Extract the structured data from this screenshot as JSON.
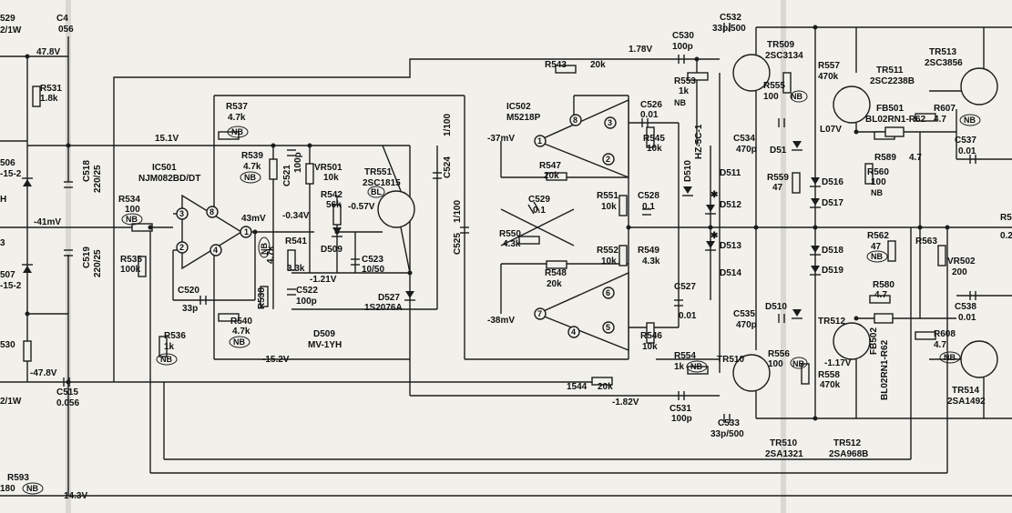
{
  "ic501": {
    "ref": "IC501",
    "part": "NJM082BD/DT",
    "pins": [
      "3",
      "8",
      "2",
      "4",
      "1"
    ],
    "out_v": "43mV"
  },
  "ic502": {
    "ref": "IC502",
    "part": "M5218P",
    "pins": [
      "8",
      "3",
      "1",
      "2",
      "7",
      "6",
      "4",
      "5"
    ],
    "v_top": "-37mV",
    "v_bot": "-38mV"
  },
  "rails": {
    "v_pos": "47.8V",
    "v_neg": "-47.8V",
    "v151": "15.1V",
    "v152": "-15.2V",
    "v178": "1.78V",
    "v182": "-1.82V",
    "v041": "-41mV",
    "v034": "-0.34V",
    "v057": "-0.57V",
    "v121": "-1.21V",
    "v107": "L07V",
    "v117": "-1.17V",
    "v143": "14.3V"
  },
  "left_edge": {
    "r529": "529",
    "r529v": "2/1W",
    "c4": "C4",
    "c4v": "056",
    "r531": "R531",
    "r531v": "1.8k",
    "d506": "506",
    "d506p": "-15-2",
    "h": "H",
    "n3": "3",
    "d507": "507",
    "d507p": "-15-2",
    "r530": "530",
    "r530v": "2/1W",
    "n2": "2/1W",
    "c515": "C515",
    "c515v": "0.056",
    "r593": "R593",
    "r593v": "180"
  },
  "parts": {
    "c518": "C518",
    "c518v": "220/25",
    "c519": "C519",
    "c519v": "220/25",
    "r534": "R534",
    "r534v": "100",
    "r535": "R535",
    "r535v": "100k",
    "r537": "R537",
    "r537v": "4.7k",
    "r539": "R539",
    "r539v": "4.7k",
    "c521": "C521",
    "c521v": "100p",
    "vr501": "VR501",
    "vr501v": "10k",
    "r542": "R542",
    "r542v": "56k",
    "d509b": "D509",
    "tr551": "TR551",
    "tr551p": "2SC1815",
    "bl": "BL",
    "r541": "R541",
    "r541v": "3.3k",
    "c523": "C523",
    "c523v": "10/50",
    "c522": "C522",
    "c522v": "100p",
    "r538": "R538",
    "r538v": "4.7k",
    "c520": "C520",
    "c520v": "33p",
    "r536": "R536",
    "r536v": "1k",
    "r540": "R540",
    "r540v": "4.7k",
    "d509": "D509",
    "d509p": "MV-1YH",
    "d527": "D527",
    "d527p": "1S2076A",
    "c524": "C524",
    "c524v": "1/100",
    "c525": "C525",
    "c525v": "1/100",
    "r543": "R543",
    "r543v": "20k",
    "r547": "R547",
    "r547v": "20k",
    "c529": "C529",
    "c529v": "0.1",
    "r550": "R550",
    "r550v": "4.3k",
    "r548": "R548",
    "r548v": "20k",
    "r551": "R551",
    "r551v": "10k",
    "r552": "R552",
    "r552v": "10k",
    "r549": "R549",
    "r549v": "4.3k",
    "c528": "C528",
    "c528v": "0.1",
    "r545": "R545",
    "r545v": "10k",
    "c526": "C526",
    "c526v": "0.01",
    "r546": "R546",
    "r546v": "10k",
    "c527": "C527",
    "c527v": "0.01",
    "r544": "1544",
    "r544v": "20k",
    "c530": "C530",
    "c530v": "100p",
    "c531": "C531",
    "c531v": "100p",
    "r553": "R553",
    "r553v": "1k",
    "r554": "R554",
    "r554v": "1k",
    "c532": "C532",
    "c532v": "33p/500",
    "c533": "C533",
    "c533v": "33p/500",
    "d510": "D510",
    "d510p": "HZ-5C-1",
    "d511": "D511",
    "d512": "D512",
    "d513": "D513",
    "d514": "D514",
    "tr509": "TR509",
    "tr509p": "2SC3134",
    "tr510": "TR510",
    "tr510b": "TR510",
    "tr510p": "2SA1321",
    "r557": "R557",
    "r557v": "470k",
    "r555": "R555",
    "r555v": "100",
    "c534": "C534",
    "c534v": "470p",
    "d51x": "D51",
    "r559": "R559",
    "r559v": "47",
    "c535": "C535",
    "c535v": "470p",
    "d510b": "D510",
    "r556": "R556",
    "r556v": "100",
    "r558": "R558",
    "r558v": "470k",
    "tr511": "TR511",
    "tr511p": "2SC2238B",
    "tr512": "TR512",
    "tr512b": "TR512",
    "tr512p": "2SA968B",
    "tr513": "TR513",
    "tr513p": "2SC3856",
    "tr514": "TR514",
    "tr514p": "2SA1492",
    "fb501": "FB501",
    "fb501p": "BL02RN1-R62",
    "fb502": "FB502",
    "fb502p": "BL02RN1-R62",
    "r607": "R607",
    "r607v": "4.7",
    "r608": "R608",
    "r608v": "4.7",
    "r589": "R589",
    "r589v": "4.7",
    "r560": "R560",
    "r560v": "100",
    "d516": "D516",
    "d517": "D517",
    "d518": "D518",
    "d519": "D519",
    "r562": "R562",
    "r562v": "47",
    "r563": "R563",
    "vr502": "VR502",
    "vr502v": "200",
    "r580": "R580",
    "r580v": "4.7",
    "c537": "C537",
    "c537v": "0.01",
    "c538": "C538",
    "c538v": "0.01",
    "r5x": "R5",
    "r5xv": "0.2"
  },
  "nb": "NB",
  "star": "✱"
}
